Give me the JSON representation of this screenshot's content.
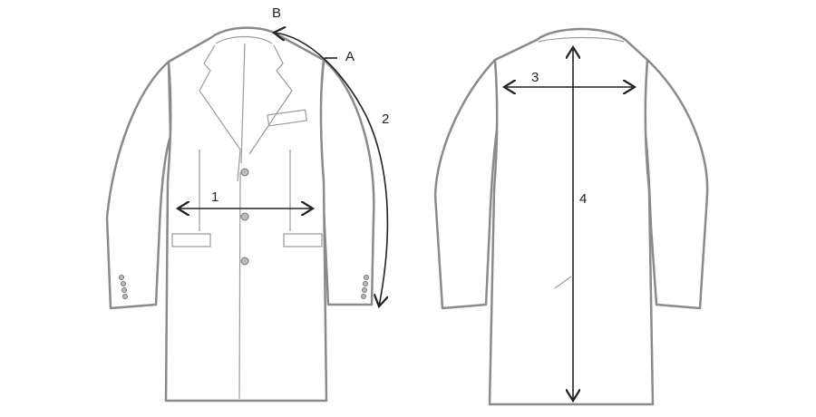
{
  "labels": {
    "a": "A",
    "b": "B",
    "m1": "1",
    "m2": "2",
    "m3": "3",
    "m4": "4"
  },
  "colors": {
    "outline": "#8a8a8a",
    "measure": "#222222"
  }
}
